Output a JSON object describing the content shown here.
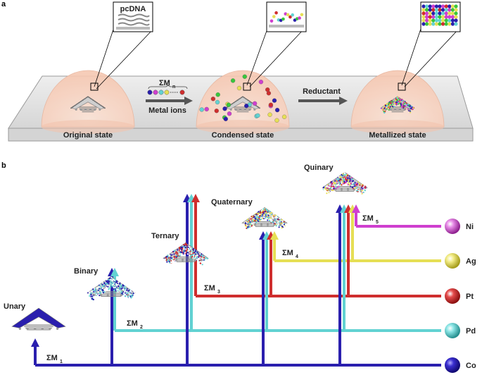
{
  "panel_a": {
    "label": "a",
    "inset_text": "pcDNA",
    "states": [
      "Original state",
      "Condensed state",
      "Metallized state"
    ],
    "arrow1": {
      "sum_label": "ΣM",
      "sum_sub": "n",
      "caption": "Metal ions"
    },
    "arrow2": {
      "caption": "Reductant"
    }
  },
  "panel_b": {
    "label": "b",
    "levels": [
      "Unary",
      "Binary",
      "Ternary",
      "Quaternary",
      "Quinary"
    ],
    "sums": [
      {
        "main": "ΣM",
        "sub": "1"
      },
      {
        "main": "ΣM",
        "sub": "2"
      },
      {
        "main": "ΣM",
        "sub": "3"
      },
      {
        "main": "ΣM",
        "sub": "4"
      },
      {
        "main": "ΣM",
        "sub": "5"
      }
    ],
    "metals": [
      {
        "name": "Ni",
        "color": "#cf3fcf"
      },
      {
        "name": "Ag",
        "color": "#e6df55"
      },
      {
        "name": "Pt",
        "color": "#cf2e2e"
      },
      {
        "name": "Pd",
        "color": "#62d2d2"
      },
      {
        "name": "Co",
        "color": "#2a1fae"
      }
    ]
  }
}
